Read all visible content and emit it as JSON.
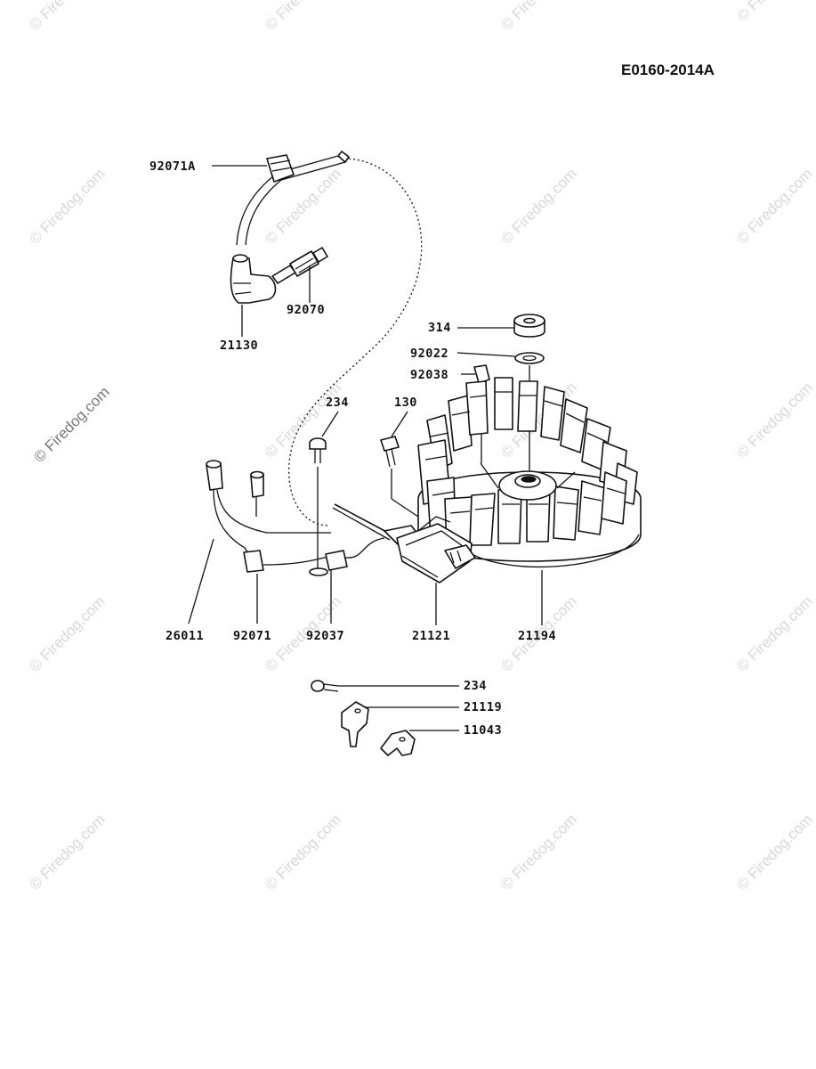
{
  "drawing_code": "E0160-2014A",
  "watermark": "© Firedog.com",
  "parts": {
    "p92071A": "92071A",
    "p92070": "92070",
    "p21130": "21130",
    "p314": "314",
    "p92022": "92022",
    "p92038": "92038",
    "p234a": "234",
    "p130": "130",
    "p26011": "26011",
    "p92071": "92071",
    "p92037": "92037",
    "p21121": "21121",
    "p21194": "21194",
    "p234b": "234",
    "p21119": "21119",
    "p11043": "11043"
  }
}
